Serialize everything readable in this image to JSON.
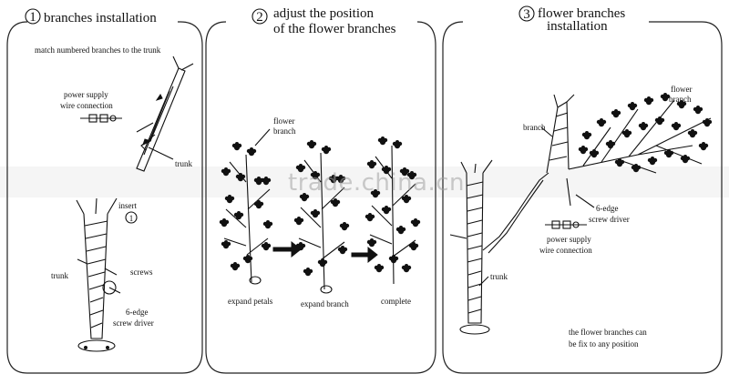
{
  "panels": [
    {
      "number": "1",
      "title": "branches installation",
      "labels": {
        "match": "match numbered branches to the trunk",
        "power_supply": "power supply",
        "wire_connection": "wire connection",
        "trunk_top": "trunk",
        "insert": "insert",
        "insert_num": "1",
        "screws": "screws",
        "trunk_bottom": "trunk",
        "six_edge": "6-edge",
        "screw_driver": "screw driver"
      }
    },
    {
      "number": "2",
      "title_line1": "adjust the position",
      "title_line2": "of the flower branches",
      "labels": {
        "flower": "flower",
        "branch": "branch",
        "expand_petals": "expand petals",
        "expand_branch": "expand branch",
        "complete": "complete"
      }
    },
    {
      "number": "3",
      "title_line1": "flower branches",
      "title_line2": "installation",
      "labels": {
        "flower": "flower",
        "branch_small": "branch",
        "branch": "branch",
        "six_edge": "6-edge",
        "screw_driver": "screw driver",
        "power_supply": "power supply",
        "wire_connection": "wire connection",
        "trunk": "trunk",
        "note_line1": "the flower branches can",
        "note_line2": "be fix to any position"
      }
    }
  ],
  "watermark": "trade.china.cn"
}
